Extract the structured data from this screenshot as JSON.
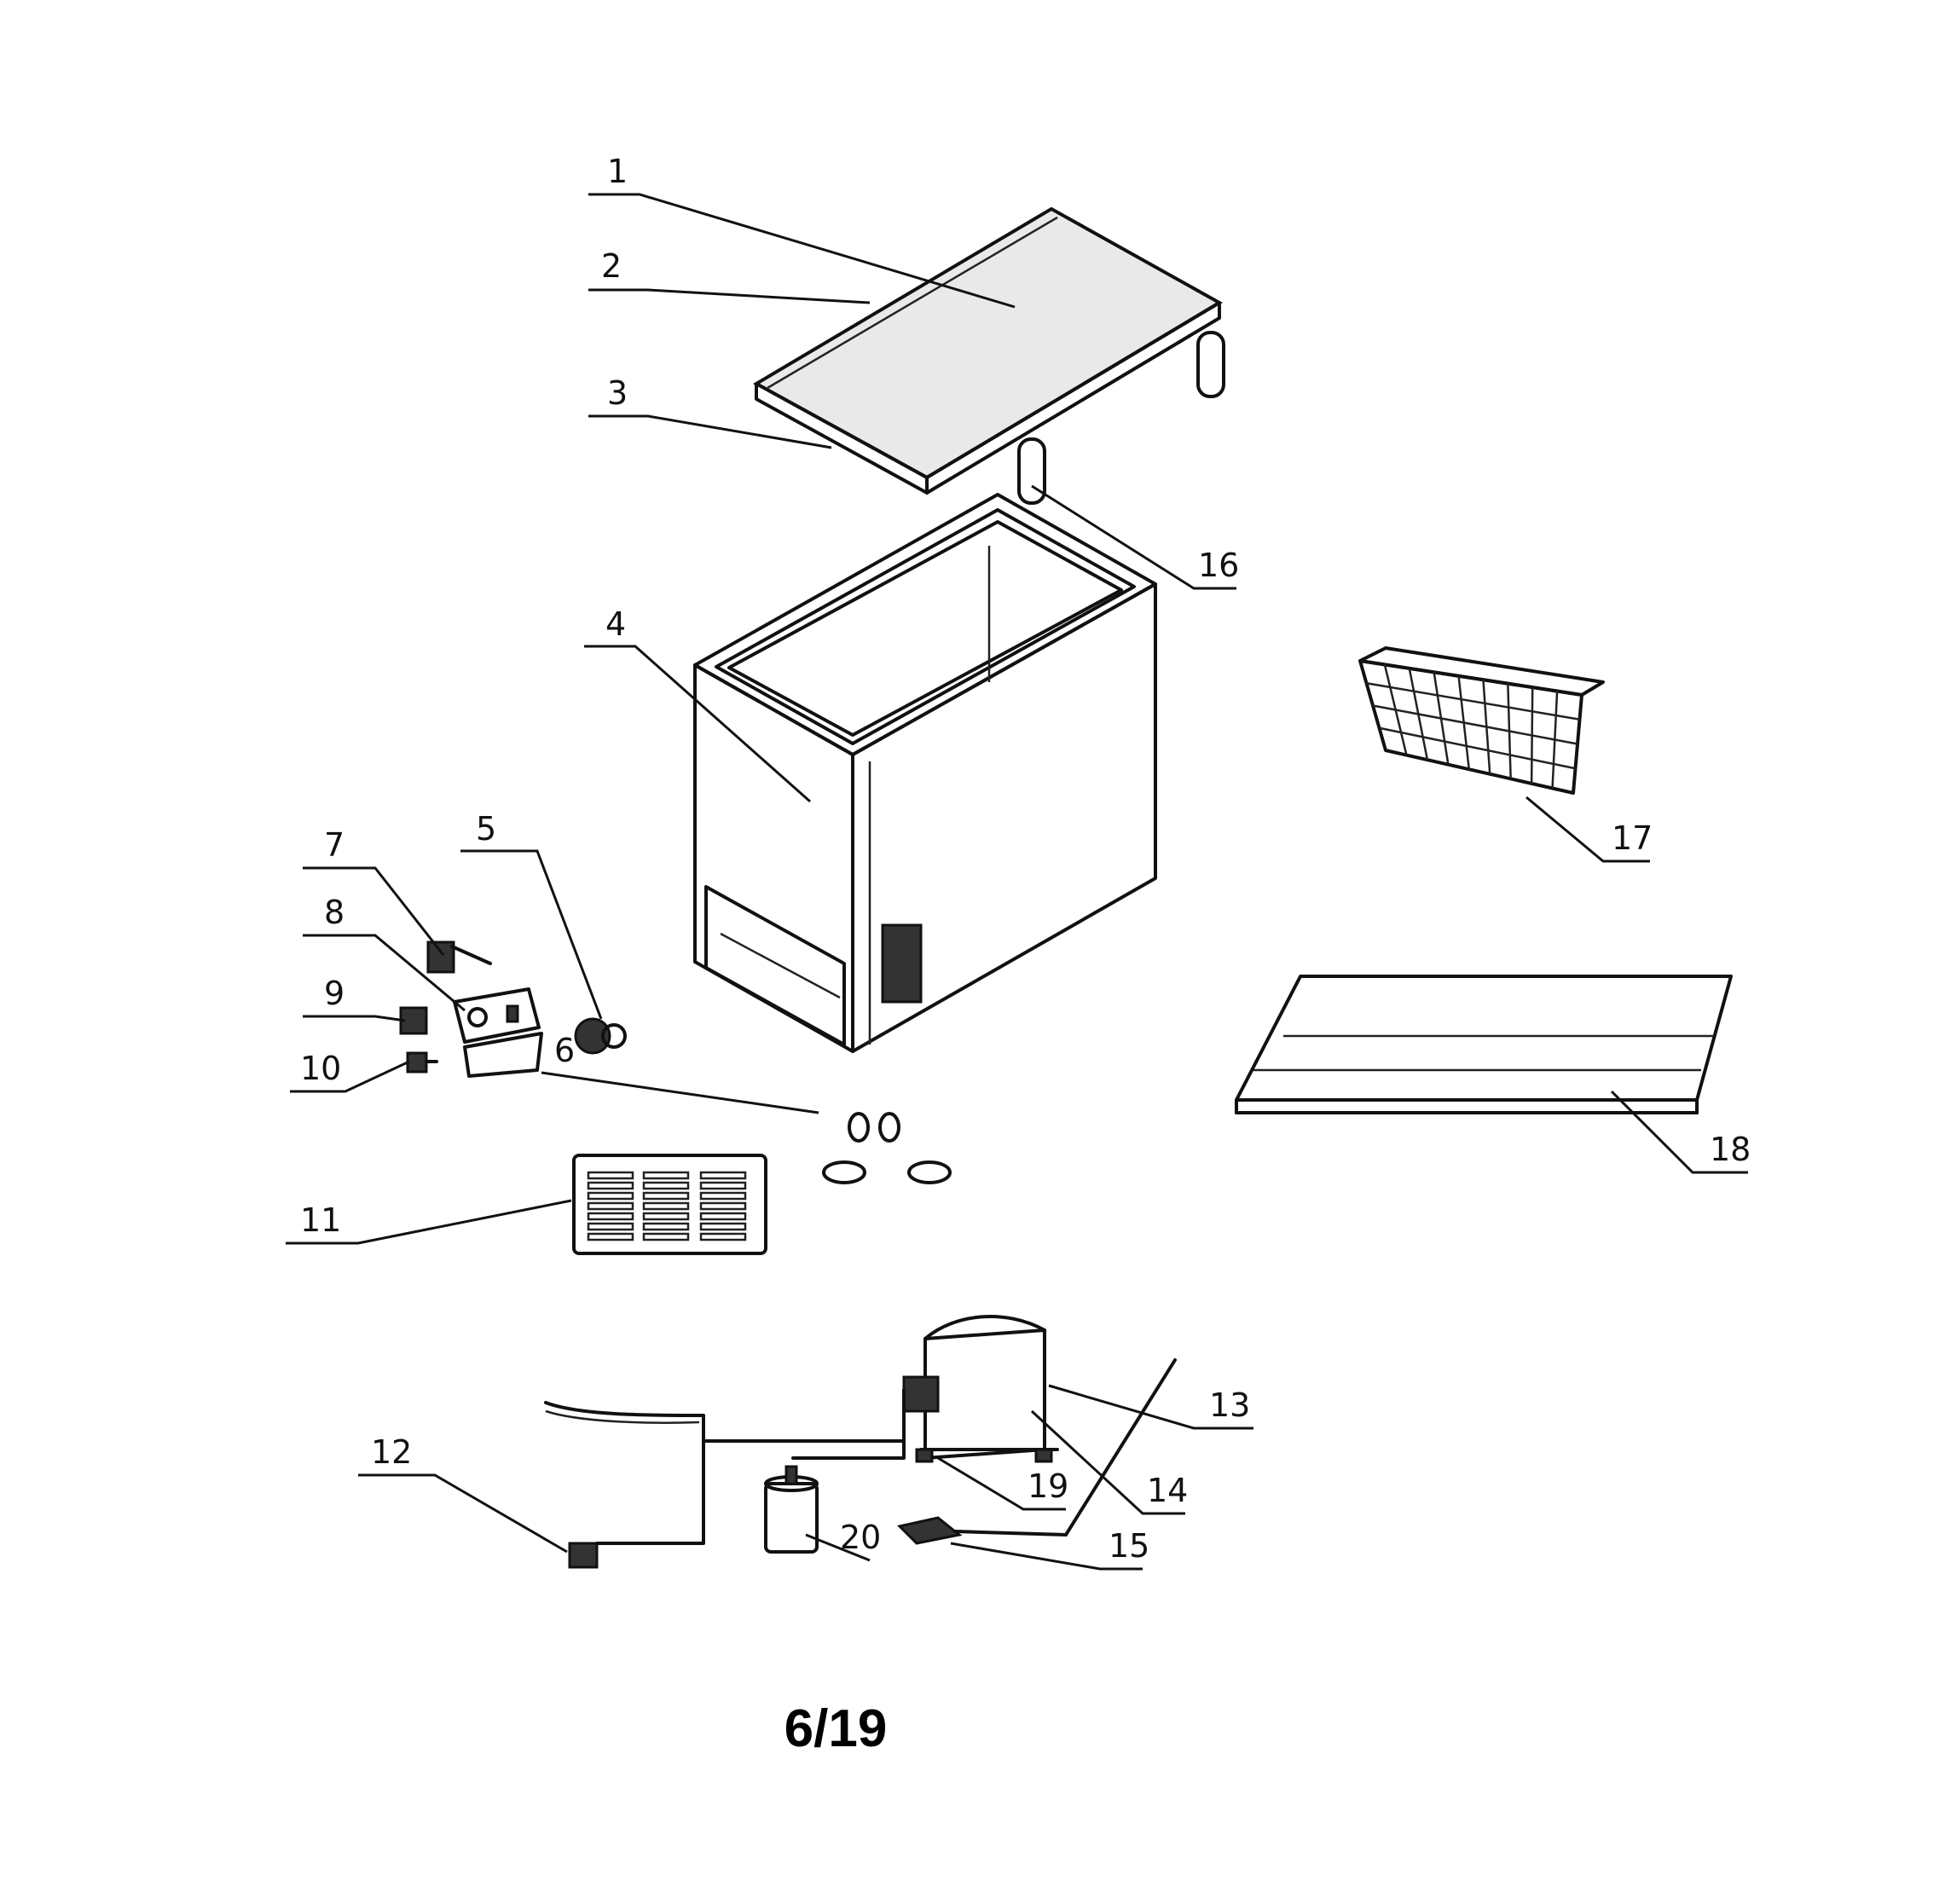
{
  "callouts": [
    "1",
    "2",
    "3",
    "4",
    "5",
    "6",
    "7",
    "8",
    "9",
    "10",
    "11",
    "12",
    "13",
    "14",
    "15",
    "16",
    "17",
    "18",
    "19",
    "20"
  ],
  "page_number": "6/19",
  "colors": {
    "line": "#111111",
    "background": "#ffffff"
  }
}
